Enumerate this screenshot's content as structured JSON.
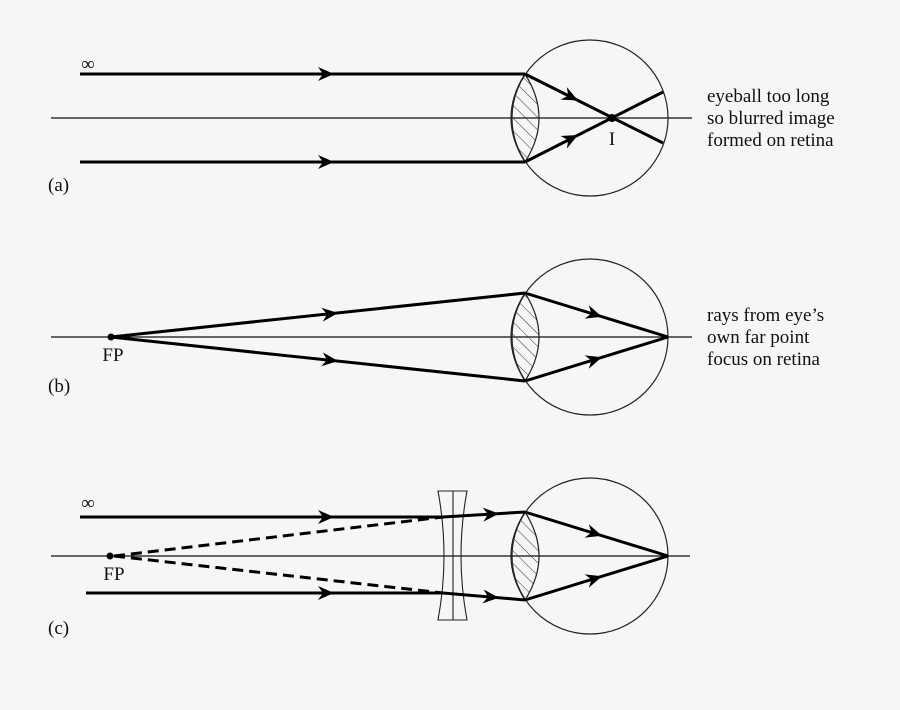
{
  "figure": {
    "panels": [
      {
        "id": "a",
        "label": "(a)",
        "source_symbol": "∞",
        "point_label": "I",
        "caption_lines": [
          "eyeball too long",
          "so blurred image",
          "formed on retina"
        ]
      },
      {
        "id": "b",
        "label": "(b)",
        "point_label": "FP",
        "caption_lines": [
          "rays from eye’s",
          "own far point",
          "focus on retina"
        ]
      },
      {
        "id": "c",
        "label": "(c)",
        "source_symbol": "∞",
        "point_label": "FP",
        "caption_lines": []
      }
    ],
    "colors": {
      "background": "#f6f6f6",
      "ink": "#000000"
    }
  }
}
